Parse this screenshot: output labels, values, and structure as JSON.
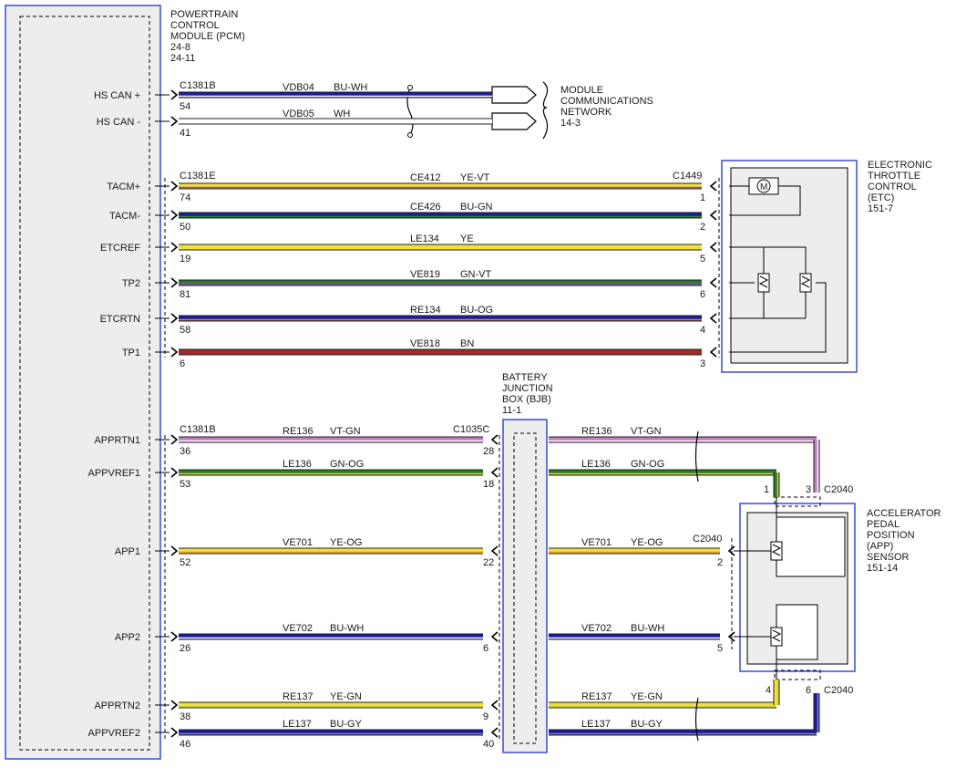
{
  "pcm": {
    "title": [
      "POWERTRAIN",
      "CONTROL",
      "MODULE (PCM)",
      "24-8",
      "24-11"
    ]
  },
  "mcn": {
    "title": [
      "MODULE",
      "COMMUNICATIONS",
      "NETWORK",
      "14-3"
    ]
  },
  "etc": {
    "title": [
      "ELECTRONIC",
      "THROTTLE",
      "CONTROL",
      "(ETC)",
      "151-7"
    ]
  },
  "bjb": {
    "title": [
      "BATTERY",
      "JUNCTION",
      "BOX (BJB)",
      "11-1"
    ]
  },
  "app": {
    "title": [
      "ACCELERATOR",
      "PEDAL",
      "POSITION",
      "(APP)",
      "SENSOR",
      "151-14"
    ]
  },
  "connectors": {
    "pcm_can": "C1381B",
    "pcm_etc": "C1381E",
    "pcm_app": "C1381B",
    "etc": "C1449",
    "bjb": "C1035C",
    "app_top": "C2040",
    "app_mid": "C2040",
    "app_bot": "C2040"
  },
  "can_wires": [
    {
      "signal": "HS CAN +",
      "pin": "54",
      "circuit": "VDB04",
      "color_code": "BU-WH",
      "colors": [
        "#1a1aa8",
        "#ffffff"
      ]
    },
    {
      "signal": "HS CAN -",
      "pin": "41",
      "circuit": "VDB05",
      "color_code": "WH",
      "colors": [
        "#ffffff",
        "#ffffff"
      ]
    }
  ],
  "etc_wires": [
    {
      "signal": "TACM+",
      "pcm_pin": "74",
      "circuit": "CE412",
      "color_code": "YE-VT",
      "etc_pin": "1",
      "colors": [
        "#f2e03c",
        "#8a4fb0"
      ]
    },
    {
      "signal": "TACM-",
      "pcm_pin": "50",
      "circuit": "CE426",
      "color_code": "BU-GN",
      "etc_pin": "2",
      "colors": [
        "#1a1aa8",
        "#2a8a2a"
      ]
    },
    {
      "signal": "ETCREF",
      "pcm_pin": "19",
      "circuit": "LE134",
      "color_code": "YE",
      "etc_pin": "5",
      "colors": [
        "#f2e03c",
        "#f2e03c"
      ]
    },
    {
      "signal": "TP2",
      "pcm_pin": "81",
      "circuit": "VE819",
      "color_code": "GN-VT",
      "etc_pin": "6",
      "colors": [
        "#2a7a2a",
        "#8a4fb0"
      ]
    },
    {
      "signal": "ETCRTN",
      "pcm_pin": "58",
      "circuit": "RE134",
      "color_code": "BU-OG",
      "etc_pin": "4",
      "colors": [
        "#1a1aa8",
        "#e08a1a"
      ]
    },
    {
      "signal": "TP1",
      "pcm_pin": "6",
      "circuit": "VE818",
      "color_code": "BN",
      "etc_pin": "3",
      "colors": [
        "#a02a2a",
        "#a02a2a"
      ]
    }
  ],
  "app_wires": [
    {
      "signal": "APPRTN1",
      "pcm_pin": "36",
      "bjb_pin": "28",
      "circuit": "RE136",
      "color_code": "VT-GN",
      "app_pin": "3",
      "colors": [
        "#c080c0",
        "#ffffff"
      ]
    },
    {
      "signal": "APPVREF1",
      "pcm_pin": "53",
      "bjb_pin": "18",
      "circuit": "LE136",
      "color_code": "GN-OG",
      "app_pin": "1",
      "colors": [
        "#2a7a2a",
        "#d8d830"
      ]
    },
    {
      "signal": "APP1",
      "pcm_pin": "52",
      "bjb_pin": "22",
      "circuit": "VE701",
      "color_code": "YE-OG",
      "app_pin": "2",
      "colors": [
        "#f2e03c",
        "#e0a020"
      ]
    },
    {
      "signal": "APP2",
      "pcm_pin": "26",
      "bjb_pin": "6",
      "circuit": "VE702",
      "color_code": "BU-WH",
      "app_pin": "5",
      "colors": [
        "#1a1aa8",
        "#ffffff"
      ]
    },
    {
      "signal": "APPRTN2",
      "pcm_pin": "38",
      "bjb_pin": "9",
      "circuit": "RE137",
      "color_code": "YE-GN",
      "app_pin": "4",
      "colors": [
        "#f2e03c",
        "#c8d840"
      ]
    },
    {
      "signal": "APPVREF2",
      "pcm_pin": "46",
      "bjb_pin": "40",
      "circuit": "LE137",
      "color_code": "BU-GY",
      "app_pin": "6",
      "colors": [
        "#1a1aa8",
        "#8080a0"
      ]
    }
  ],
  "colors": {
    "module_border": "#3a4ad8",
    "module_fill": "#ededed",
    "wire_outline": "#202020"
  }
}
